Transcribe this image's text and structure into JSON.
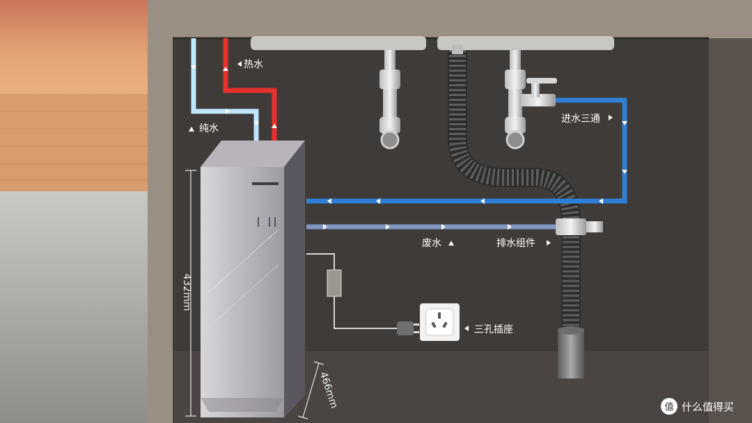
{
  "labels": {
    "hot_water": "热水",
    "pure_water": "纯水",
    "inlet_tee": "进水三通",
    "waste_water": "废水",
    "drain_assembly": "排水组件",
    "socket": "三孔插座"
  },
  "dimensions": {
    "height": "432mm",
    "depth": "466mm"
  },
  "watermark": {
    "badge": "值",
    "text": "什么值得买"
  },
  "colors": {
    "hot_pipe": "#e8302c",
    "pure_pipe": "#bfe6ff",
    "inlet_pipe": "#2f7fd6",
    "waste_pipe": "#7f97c2",
    "cabinet": "#3f3b38"
  }
}
